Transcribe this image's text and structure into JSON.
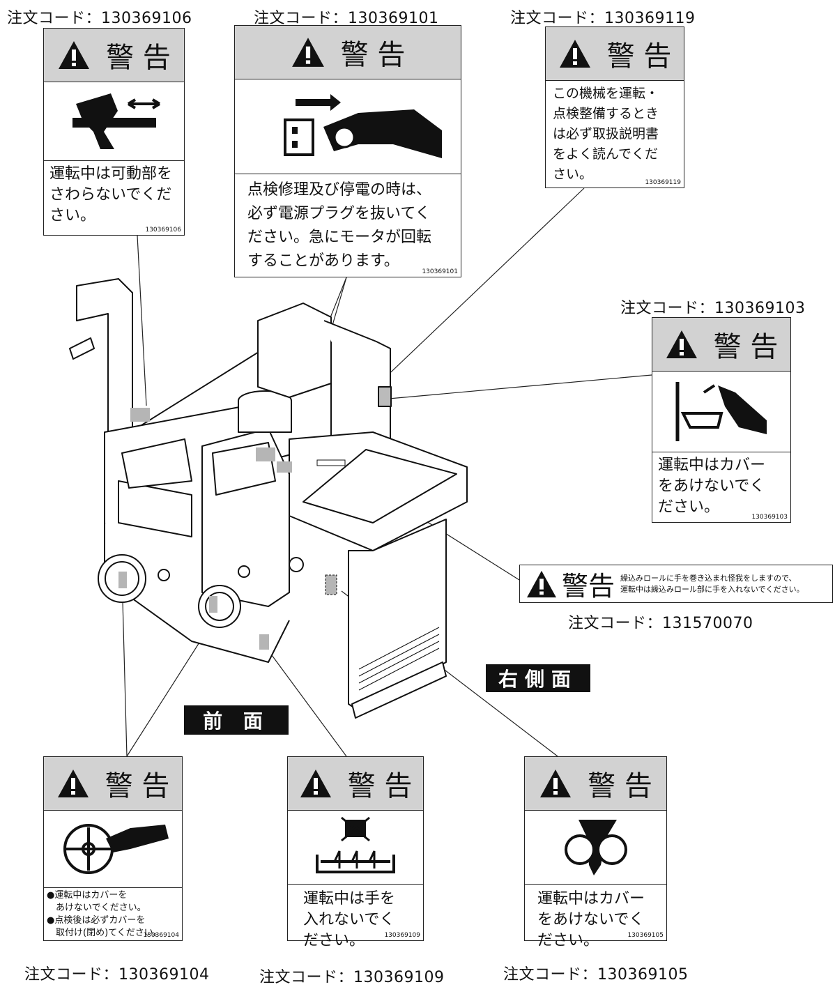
{
  "labels": {
    "l106": {
      "warning": "警 告",
      "text": "運転中は可動部を\nさわらないでくだ\nさい。",
      "num": "130369106",
      "order_code": "注文コード：130369106"
    },
    "l101": {
      "warning": "警 告",
      "text": "点検修理及び停電の時は、\n必ず電源プラグを抜いてく\nださい。急にモータが回転\nすることがあります。",
      "num": "130369101",
      "order_code": "注文コード：130369101"
    },
    "l119": {
      "warning": "警 告",
      "text": "この機械を運転・\n点検整備するとき\nは必ず取扱説明書\nをよく読んでくだ\nさい。",
      "num": "130369119",
      "order_code": "注文コード：130369119"
    },
    "l103": {
      "warning": "警 告",
      "text": "運転中はカバー\nをあけないでく\nださい。",
      "num": "130369103",
      "order_code": "注文コード：130369103"
    },
    "l070": {
      "warning": "警告",
      "line1": "繰込みロールに手を巻き込まれ怪我をしますので、",
      "line2": "運転中は繰込みロール部に手を入れないでください。",
      "order_code": "注文コード：131570070"
    },
    "l104": {
      "warning": "警 告",
      "text": "●運転中はカバーを\n　あけないでください。\n●点検後は必ずカバーを\n　取付け(閉め)てください。",
      "num": "130369104",
      "order_code": "注文コード：130369104"
    },
    "l109": {
      "warning": "警 告",
      "text": "運転中は手を\n入れないでく\nださい。",
      "num": "130369109",
      "order_code": "注文コード：130369109"
    },
    "l105": {
      "warning": "警 告",
      "text": "運転中はカバー\nをあけないでく\nださい。",
      "num": "130369105",
      "order_code": "注文コード：130369105"
    }
  },
  "tags": {
    "right": "右側面",
    "front": "前 面"
  },
  "icons": [
    "warning-triangle-icon",
    "moving-parts-hand-icon",
    "unplug-hand-icon",
    "cover-hand-icon",
    "rotating-blade-hand-icon",
    "no-hand-auger-icon",
    "roller-entanglement-icon"
  ]
}
